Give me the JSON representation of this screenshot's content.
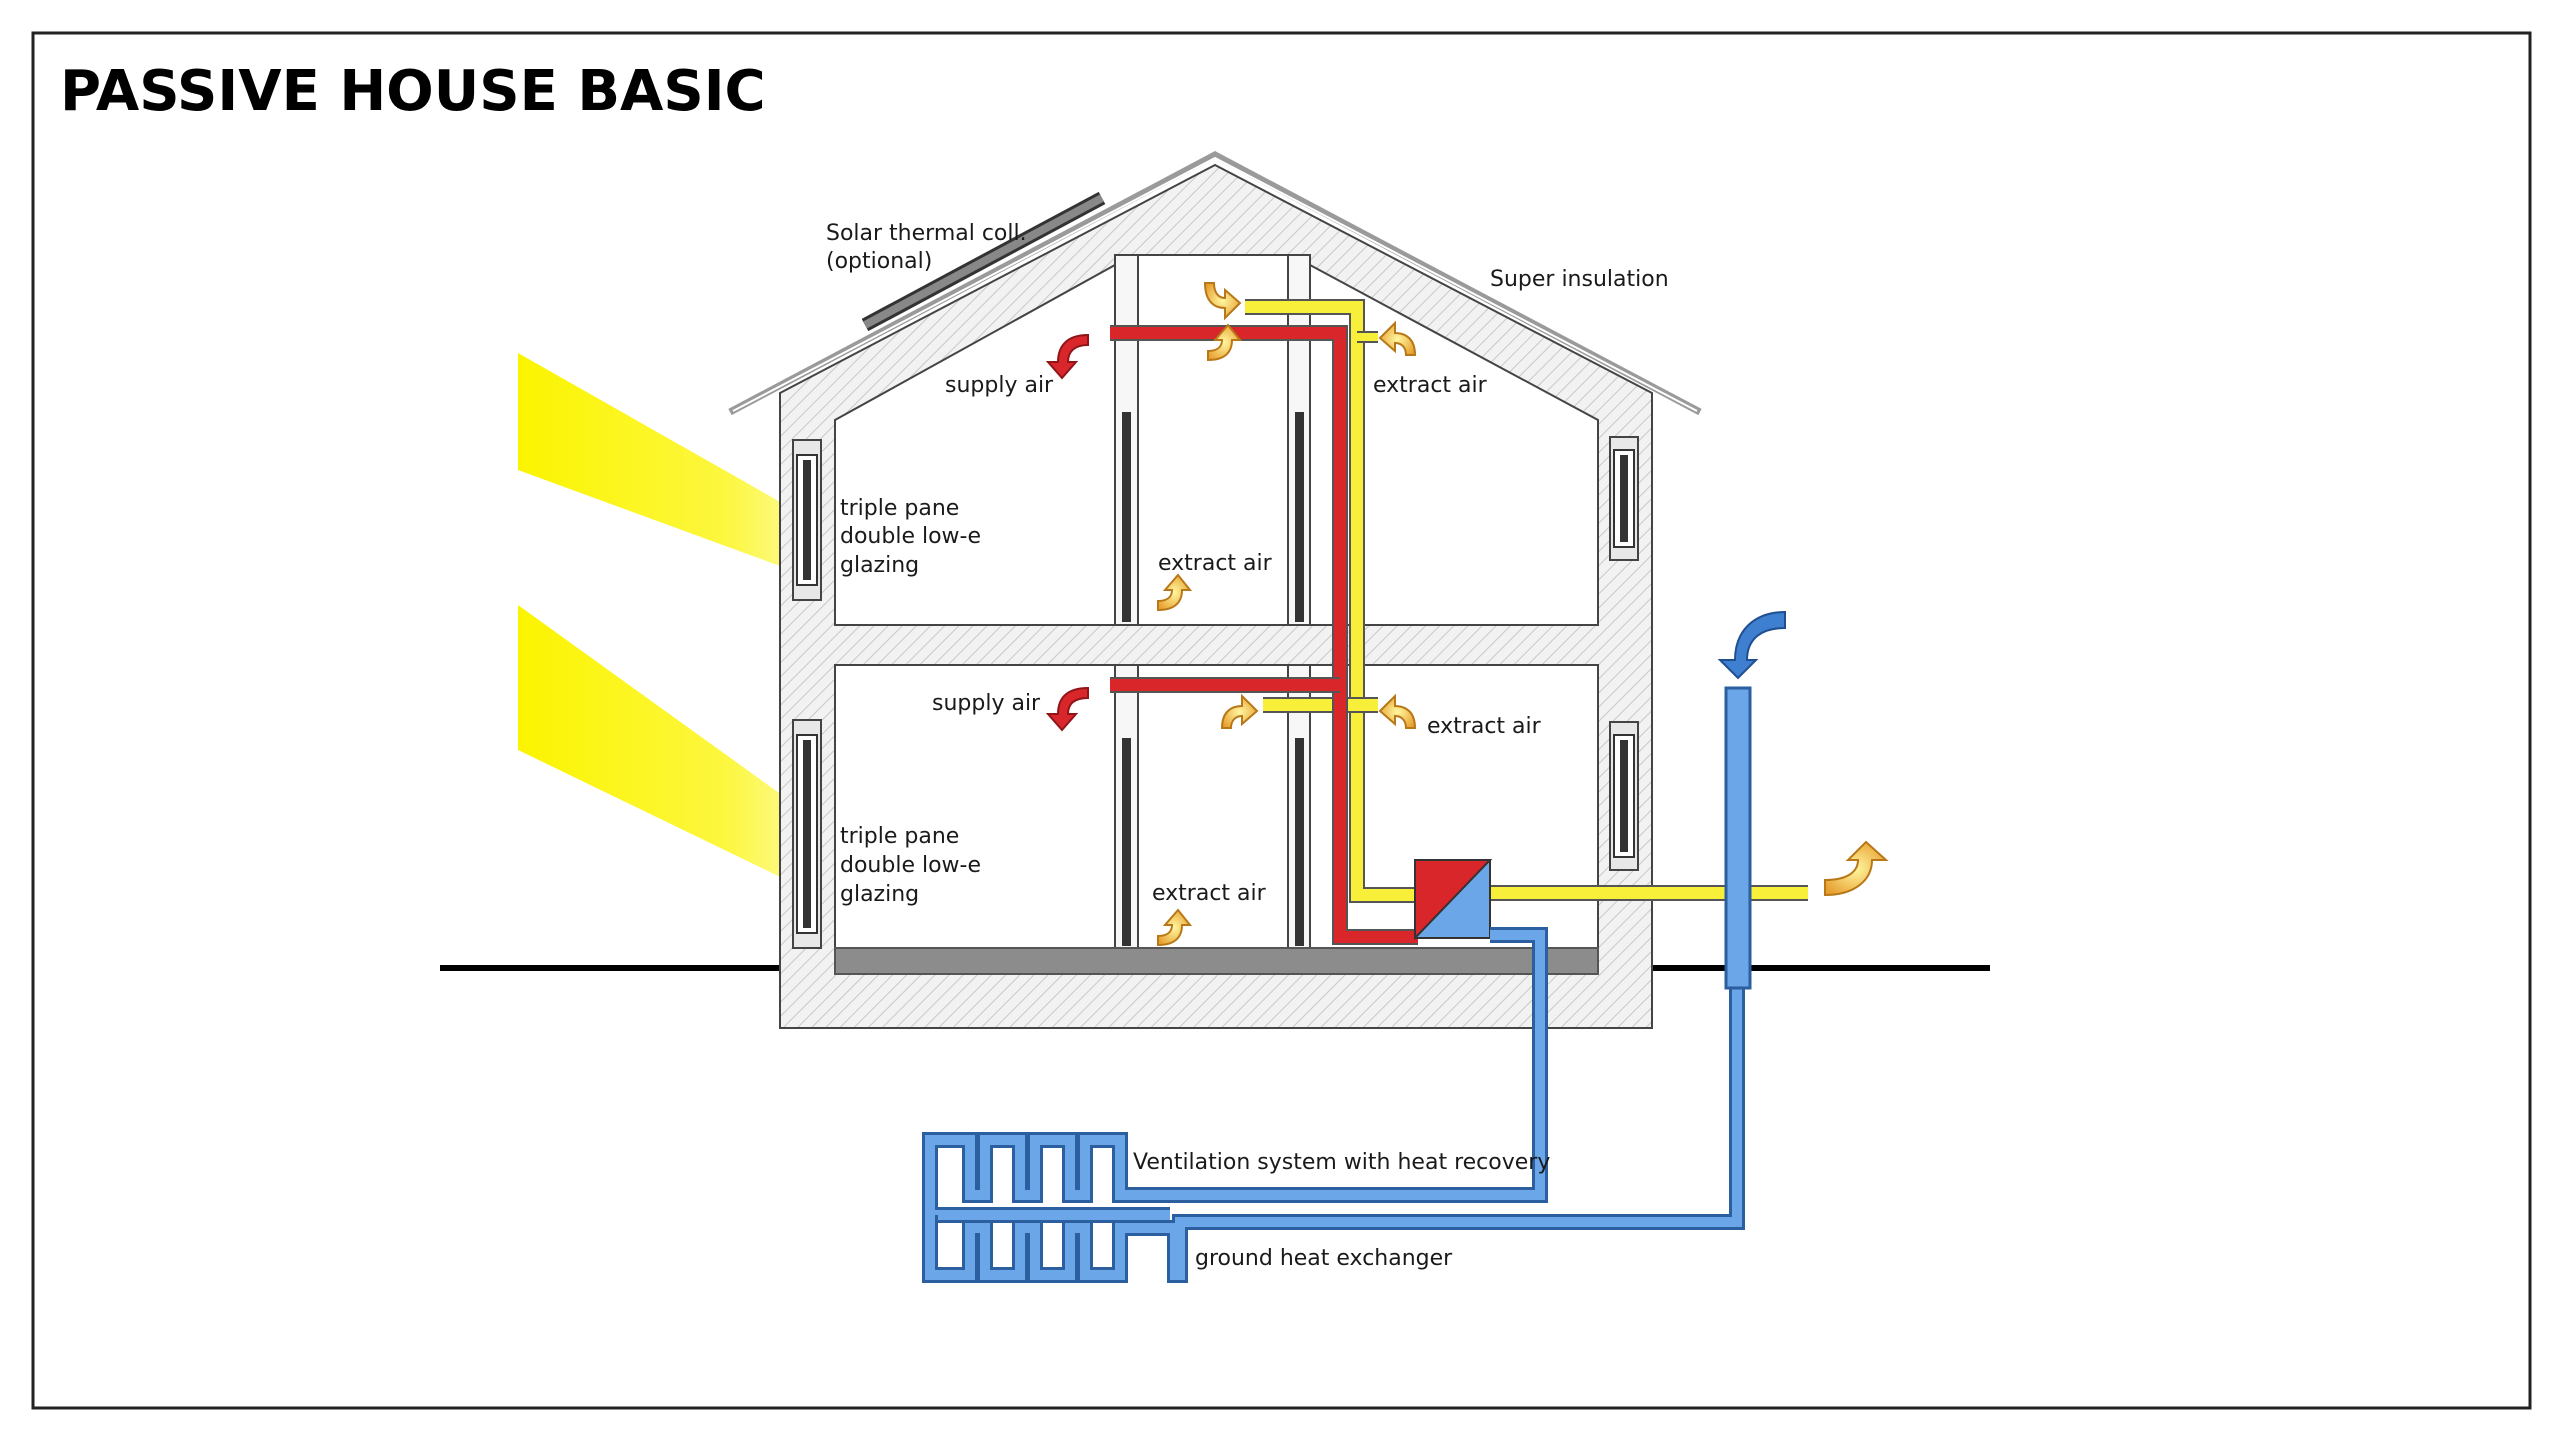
{
  "title": "PASSIVE HOUSE BASIC",
  "labels": {
    "solar_line1": "Solar thermal coll.",
    "solar_line2": "(optional)",
    "super_insulation": "Super insulation",
    "supply_air_upper": "supply air",
    "supply_air_lower": "supply air",
    "extract_air_upper_right": "extract air",
    "extract_air_upper_center": "extract air",
    "extract_air_lower_right": "extract air",
    "extract_air_lower_center": "extract air",
    "glazing_upper_1": "triple pane",
    "glazing_upper_2": "double low-e",
    "glazing_upper_3": "glazing",
    "glazing_lower_1": "triple pane",
    "glazing_lower_2": "double low-e",
    "glazing_lower_3": "glazing",
    "ventilation": "Ventilation system with heat recovery",
    "ground_hx": "ground heat exchanger"
  },
  "colors": {
    "supply": "#d9262b",
    "extract": "#f7ef3a",
    "fresh": "#6aa6e8",
    "fresh_arrow": "#3f7fd0",
    "exhaust_arrow": "#e8a030",
    "sun": "#fbf400",
    "slab": "#8c8c8c"
  }
}
